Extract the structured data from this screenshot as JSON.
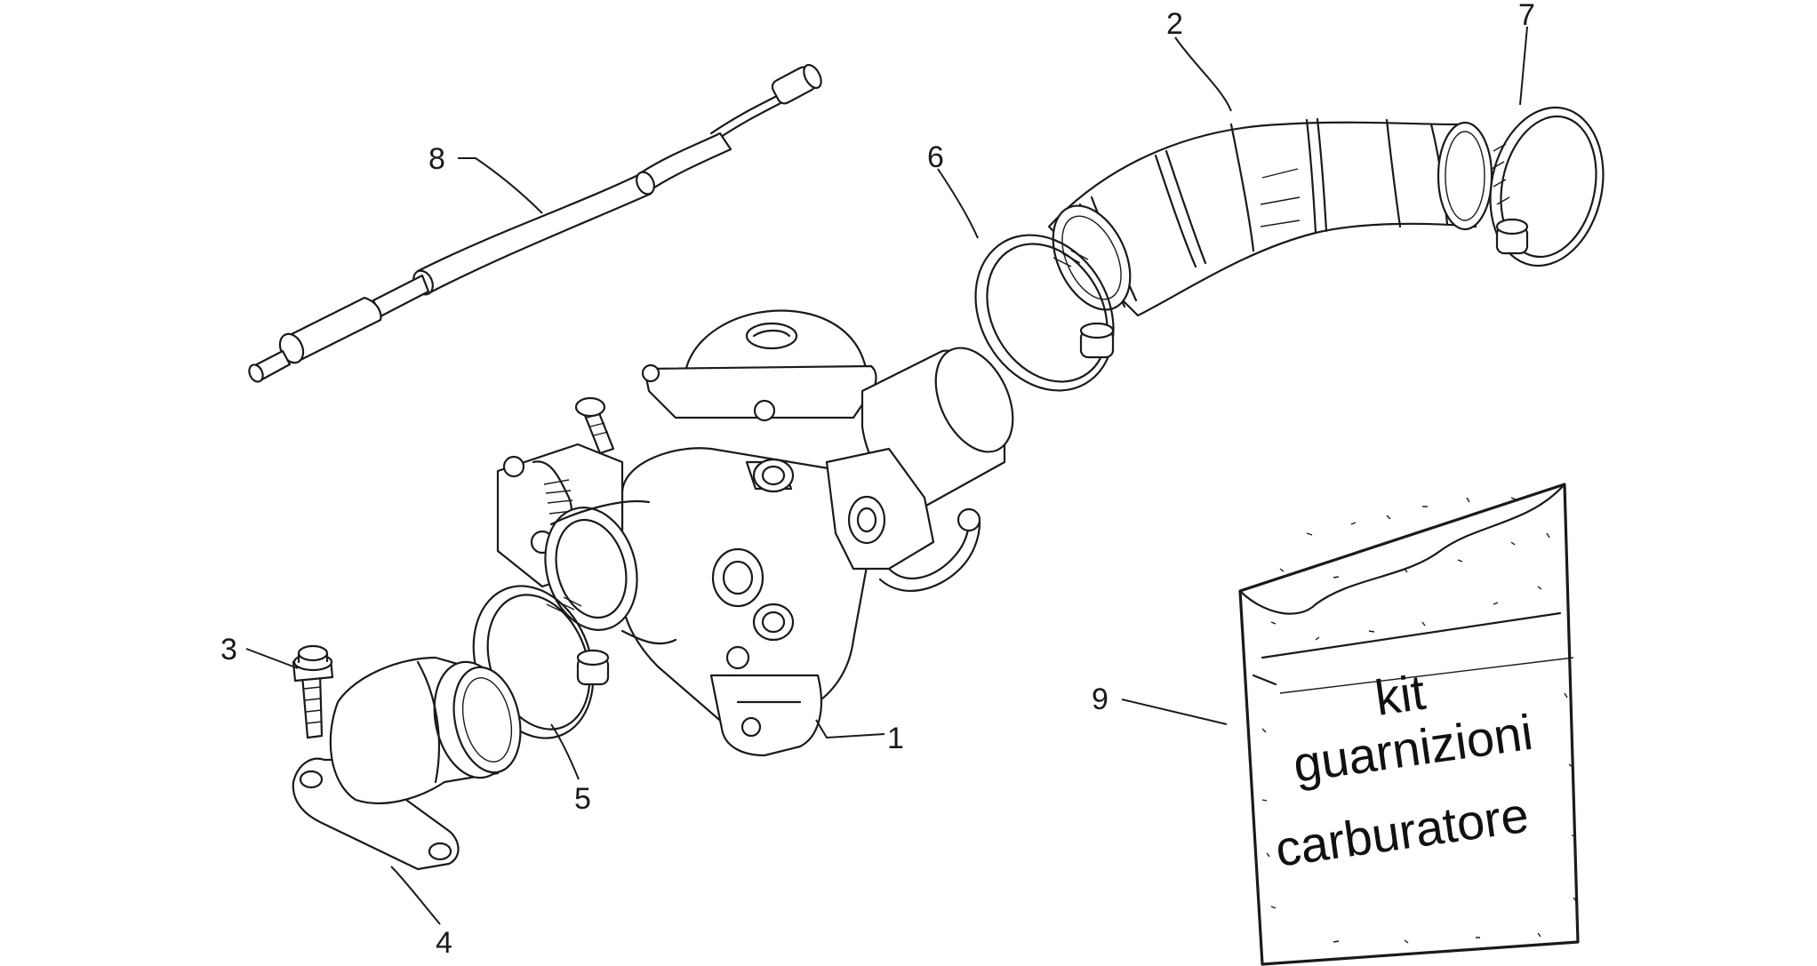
{
  "diagram": {
    "callouts": [
      {
        "id": "1",
        "label": "1"
      },
      {
        "id": "2",
        "label": "2"
      },
      {
        "id": "3",
        "label": "3"
      },
      {
        "id": "4",
        "label": "4"
      },
      {
        "id": "5",
        "label": "5"
      },
      {
        "id": "6",
        "label": "6"
      },
      {
        "id": "7",
        "label": "7"
      },
      {
        "id": "8",
        "label": "8"
      },
      {
        "id": "9",
        "label": "9"
      }
    ],
    "kit_bag": {
      "line1": "kit",
      "line2": "guarnizioni",
      "line3": "carburatore"
    }
  }
}
